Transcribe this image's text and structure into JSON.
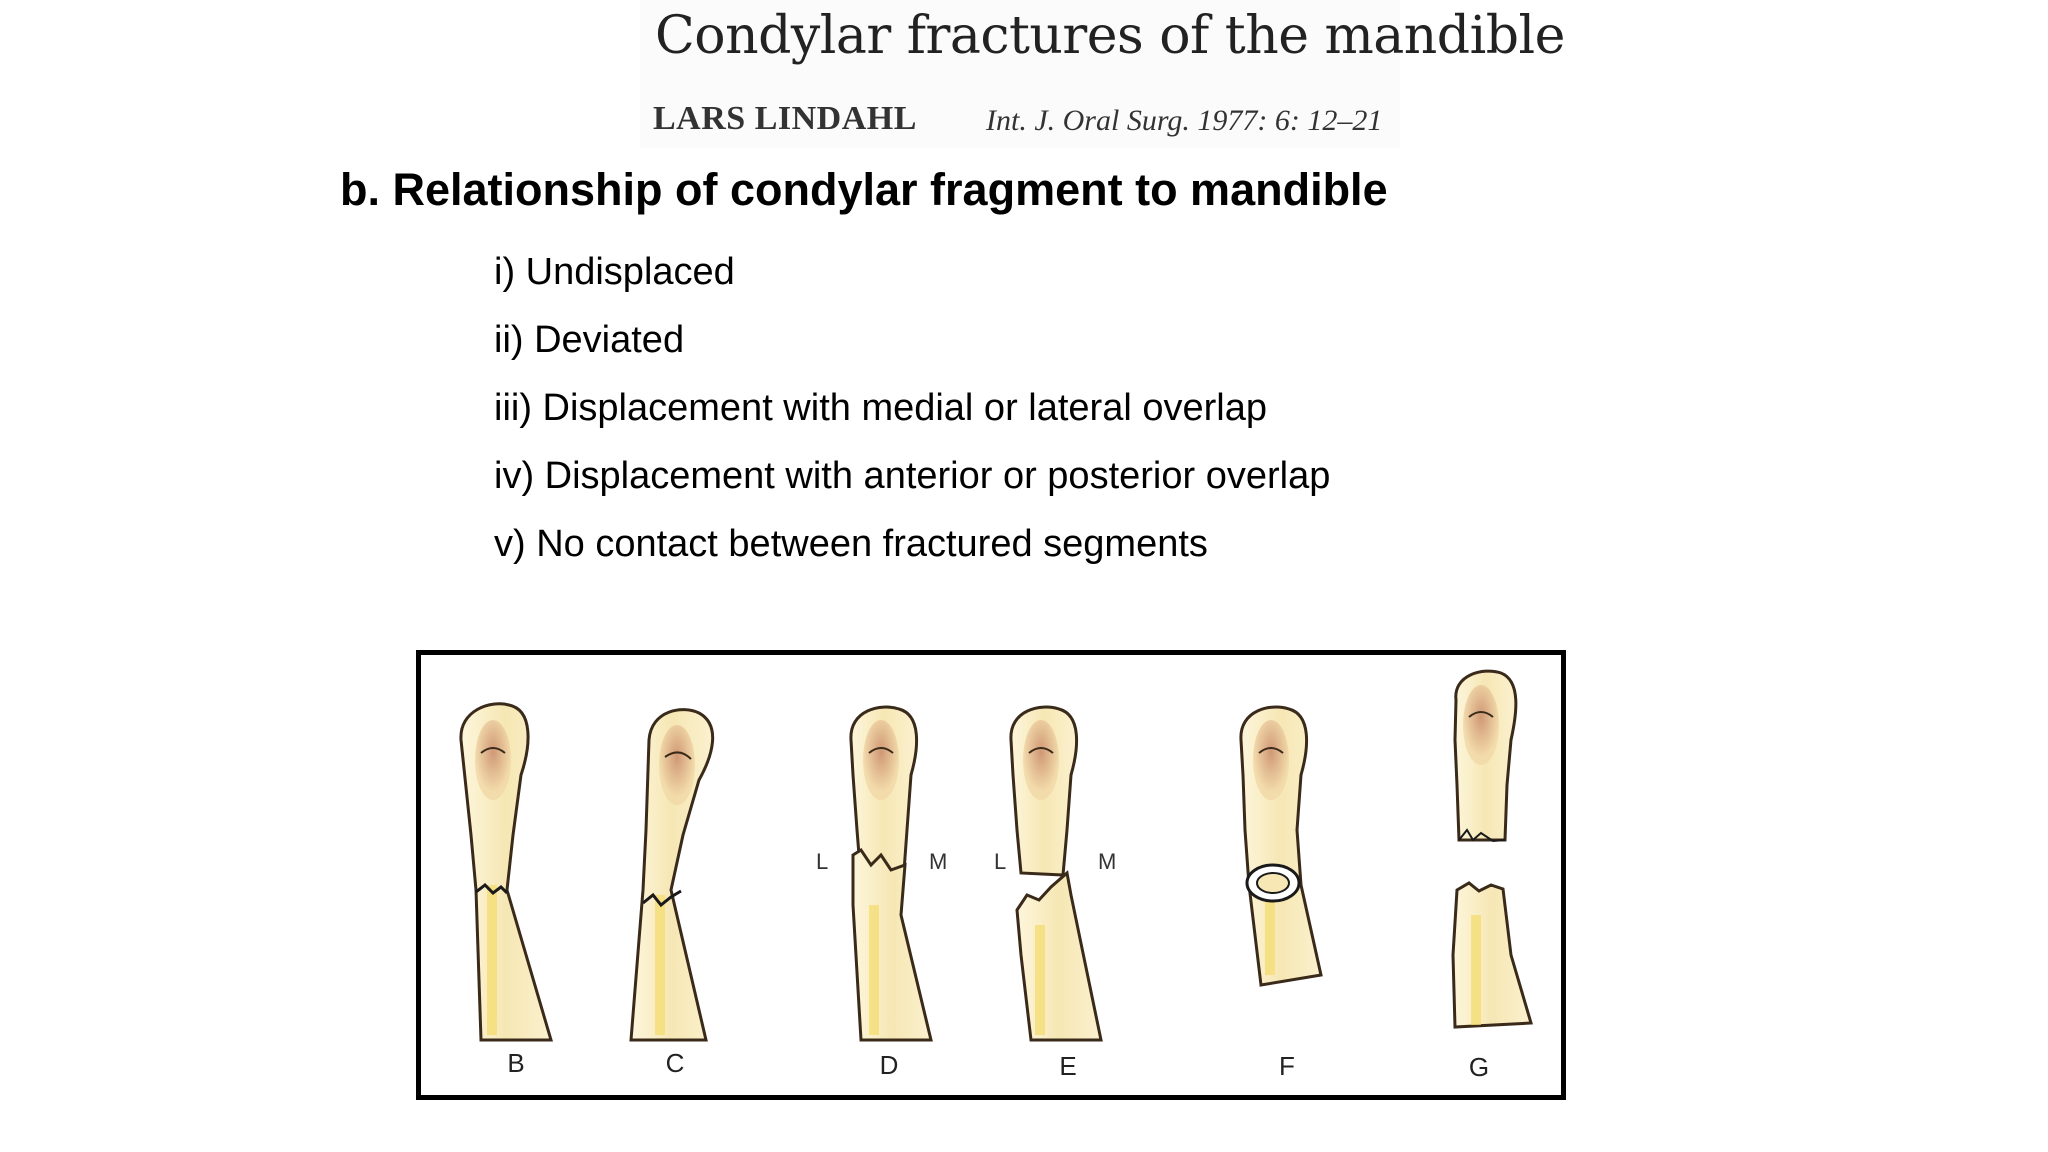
{
  "header": {
    "title": "Condylar fractures of the mandible",
    "author": "LARS LINDAHL",
    "reference": "Int. J. Oral Surg. 1977: 6: 12–21"
  },
  "section": {
    "heading": "b. Relationship of condylar fragment to mandible",
    "items": [
      "i) Undisplaced",
      "ii) Deviated",
      "iii) Displacement with medial or lateral overlap",
      "iv) Displacement with anterior or posterior overlap",
      "v) No contact between fractured segments"
    ]
  },
  "figure": {
    "panels": [
      "B",
      "C",
      "D",
      "E",
      "F",
      "G"
    ],
    "side_labels": {
      "lateral": "L",
      "medial": "M"
    },
    "colors": {
      "bone": "#f6e7b4",
      "marrow": "#f3dc6a",
      "condyle_core": "#d9a27a",
      "outline": "#3a2a1a"
    }
  }
}
